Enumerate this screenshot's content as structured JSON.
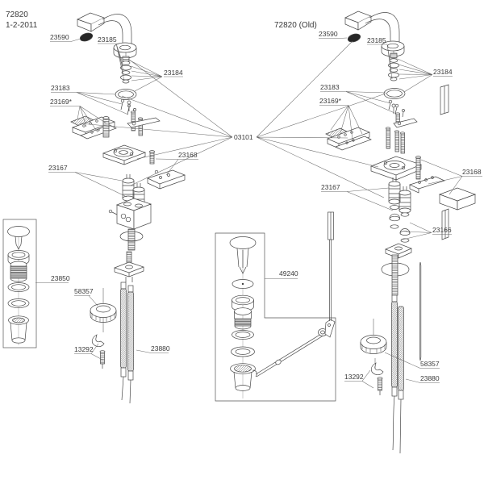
{
  "doc": {
    "left_view": {
      "model": "72820",
      "date": "1-2-2011",
      "parts": {
        "p23590": "23590",
        "p23185": "23185",
        "p23184": "23184",
        "p23183": "23183",
        "p23169": "23169*",
        "p23167": "23167",
        "p23168": "23168"
      }
    },
    "right_view": {
      "model": "72820 (Old)",
      "parts": {
        "p23590": "23590",
        "p23185": "23185",
        "p23184": "23184",
        "p23183": "23183",
        "p23169": "23169*",
        "p23168": "23168",
        "p23167": "23167",
        "p23166": "23166"
      }
    },
    "shared_part": "03101",
    "drain_left": {
      "p23850": "23850",
      "p58357": "58357",
      "p13292": "13292",
      "p23880": "23880"
    },
    "drain_center": {
      "p49240": "49240"
    },
    "drain_right": {
      "p13292": "13292",
      "p58357": "58357",
      "p23880": "23880"
    }
  }
}
